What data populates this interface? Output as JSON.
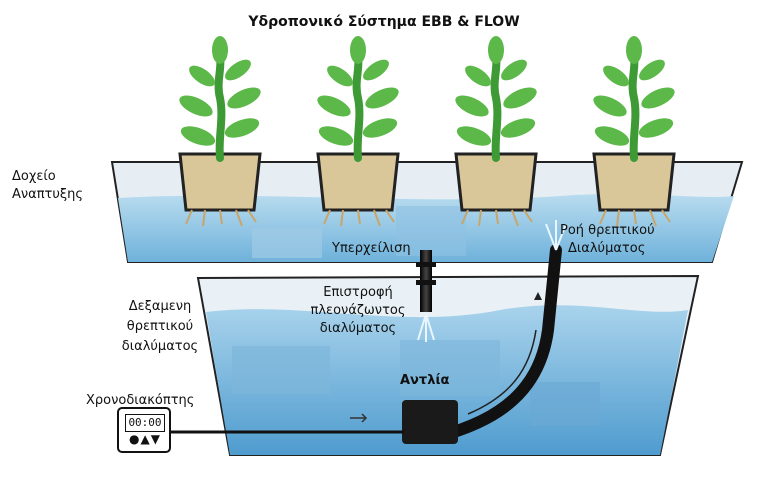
{
  "diagram": {
    "title": "Υδροπονικό Σύστημα EBB & FLOW",
    "labels": {
      "grow_tray_line1": "Δοχείο",
      "grow_tray_line2": "Αναπτυξης",
      "overflow": "Υπερχείλιση",
      "flow_line1": "Ροή θρεπτικού",
      "flow_line2": "Διαλύματος",
      "return_line1": "Επιστροφή",
      "return_line2": "πλεονάζωντος",
      "return_line3": "διαλύματος",
      "reservoir_line1": "Δεξαμενη",
      "reservoir_line2": "θρεπτικού",
      "reservoir_line3": "διαλύματος",
      "pump": "Αντλία",
      "timer": "Χρονοδιακόπτης"
    },
    "timer_display": "00:00",
    "timer_buttons": "●▲▼",
    "colors": {
      "water": "#8ec6e6",
      "water_dark": "#5aa6d4",
      "tray_wall": "#d6e4ee",
      "tube": "#111111",
      "pump": "#1a1a1a",
      "leaf": "#5db84a",
      "stem": "#3d9a35",
      "pot": "#e8dcb0",
      "roots": "#c9a56a"
    }
  }
}
